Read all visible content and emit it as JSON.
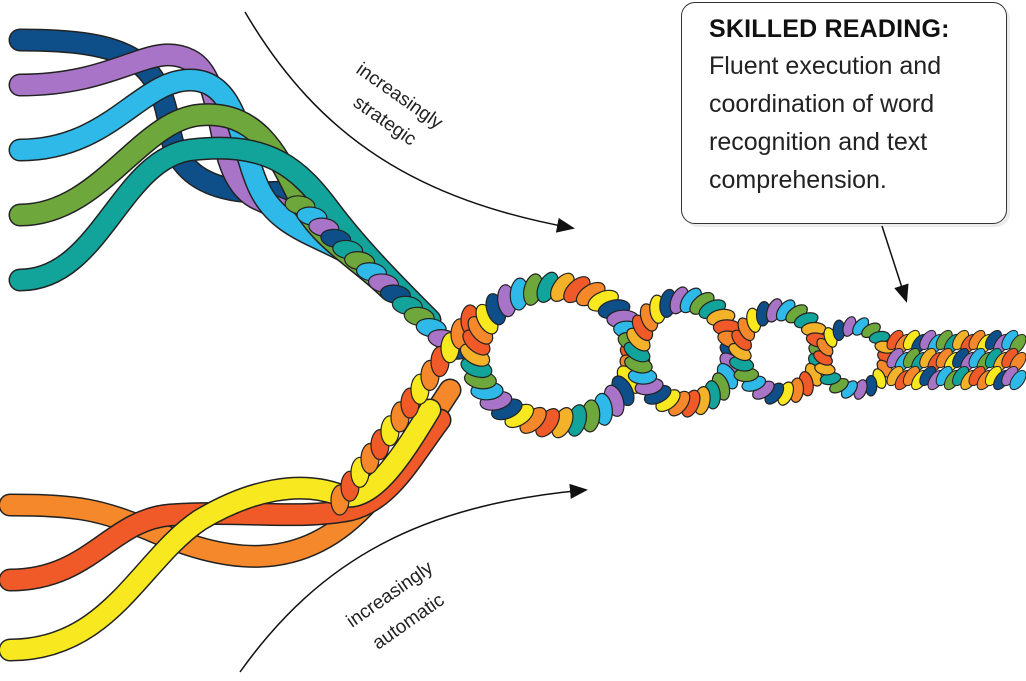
{
  "callout": {
    "title": "SKILLED READING:",
    "body": "Fluent execution and coordination of word recognition and text comprehension."
  },
  "labels": {
    "strategic_line1": "increasingly",
    "strategic_line2": "strategic",
    "automatic_line1": "increasingly",
    "automatic_line2": "automatic"
  },
  "colors": {
    "upper_strands": [
      "#0e4f8a",
      "#a874c8",
      "#2fb9e8",
      "#6ea83c",
      "#12a49a"
    ],
    "lower_strands": [
      "#f4882a",
      "#f05a28",
      "#f7e81f"
    ],
    "braid_palette": [
      "#f05a28",
      "#f4882a",
      "#f7e81f",
      "#0e4f8a",
      "#a874c8",
      "#2fb9e8",
      "#6ea83c",
      "#12a49a",
      "#f4b12a"
    ]
  }
}
